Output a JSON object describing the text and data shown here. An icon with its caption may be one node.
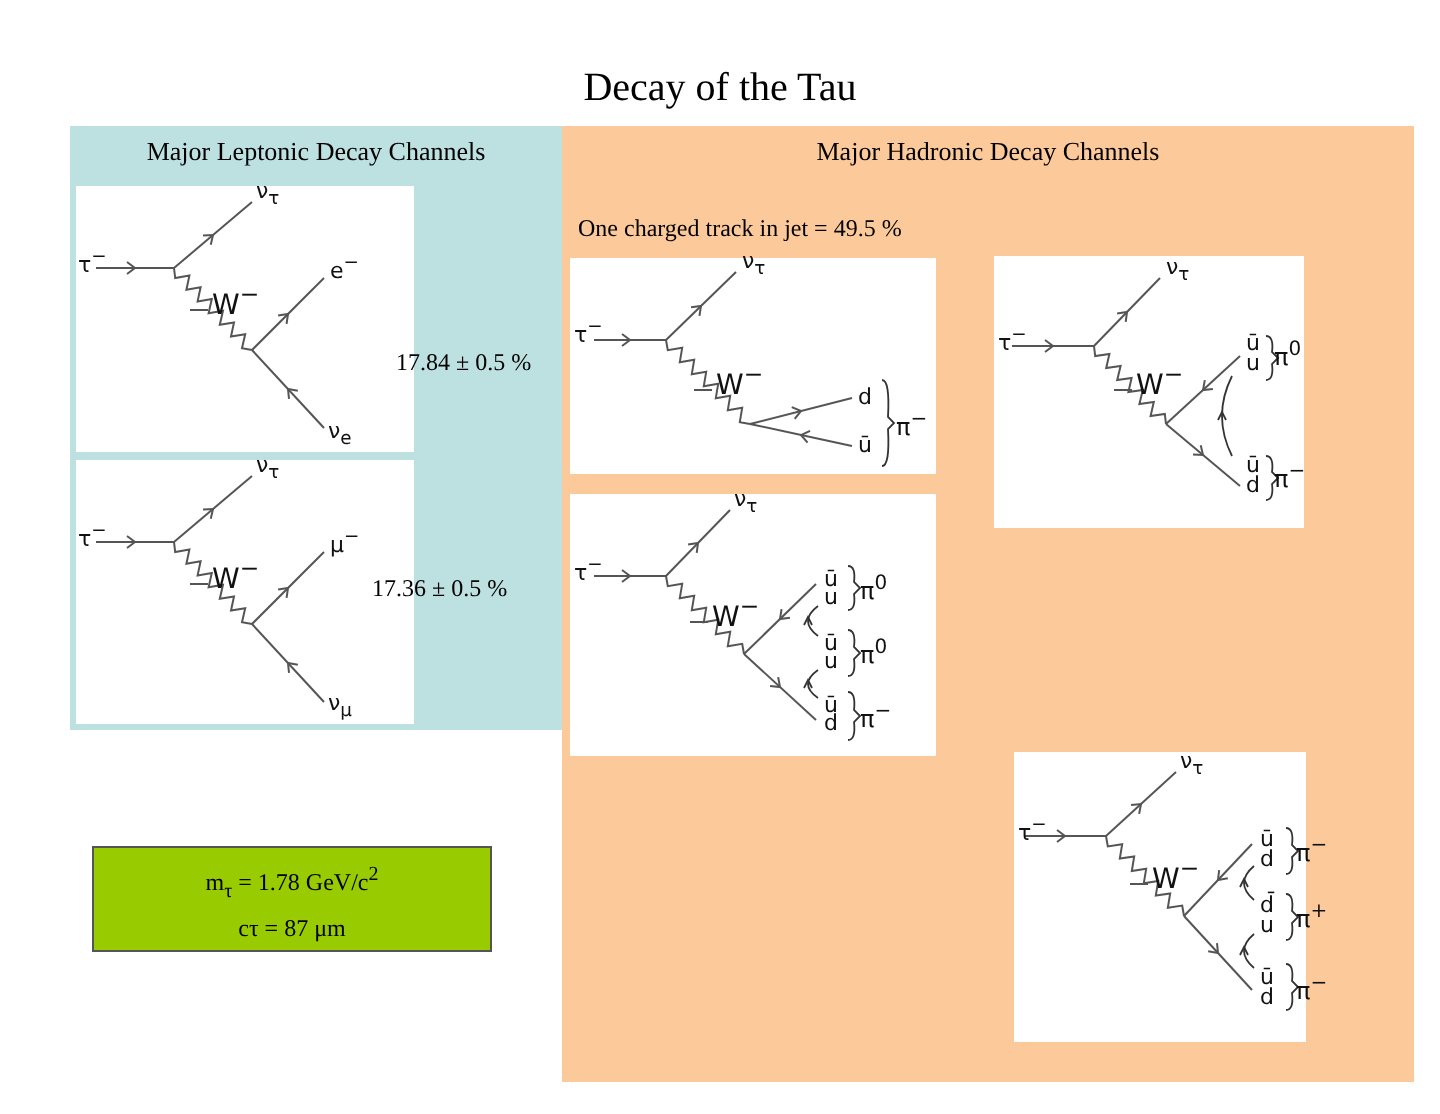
{
  "diagram": {
    "title": "Decay of the Tau",
    "nodes": [
      {
        "text": [
          "Major Leptonic Decay Channels"
        ]
      },
      {
        "text": [
          "ν$_{τ}$",
          "τ$^{−}$",
          "W$^{−}$",
          "e$^{−}$",
          "ν$_{e}$"
        ],
        "in": 0,
        "beside": [
          "17.84 ± 0.5 %"
        ]
      },
      {
        "text": [
          "ν$_{τ}$",
          "τ$^{−}$",
          "W$^{−}$",
          "μ$^{−}$",
          "ν$_{μ}$"
        ],
        "in": 0,
        "beside": [
          "17.36 ± 0.5 %"
        ]
      },
      {
        "text": [
          "m$_{τ}$ = 1.78 GeV/c$^{2}$",
          "cτ = 87 μm"
        ]
      },
      {
        "text": [
          "Major Hadronic Decay Channels"
        ]
      },
      {
        "text": [
          "ν$_{τ}$",
          "τ$^{−}$",
          "W$^{−}$",
          "d",
          "ū",
          "π$^{−}$"
        ],
        "in": 4
      },
      {
        "text": [
          "ν$_{τ}$",
          "τ$^{−}$",
          "W$^{−}$",
          "ū",
          "u",
          "π$^{0}$",
          "ū",
          "d",
          "π$^{−}$"
        ],
        "in": 4
      },
      {
        "text": [
          "ν$_{τ}$",
          "τ$^{−}$",
          "W$^{−}$",
          "ū",
          "u",
          "π$^{0}$",
          "ū",
          "u",
          "π$^{0}$",
          "ū",
          "d",
          "π$^{−}$"
        ],
        "in": 4
      },
      {
        "text": [
          "ν$_{τ}$",
          "τ$^{−}$",
          "W$^{−}$",
          "ū",
          "d",
          "π$^{−}$",
          "d̄",
          "u",
          "π$^{+}$",
          "ū",
          "d",
          "π$^{−}$"
        ],
        "in": 4
      }
    ],
    "labels": [
      "One charged track in jet = 49.5 %"
    ]
  }
}
